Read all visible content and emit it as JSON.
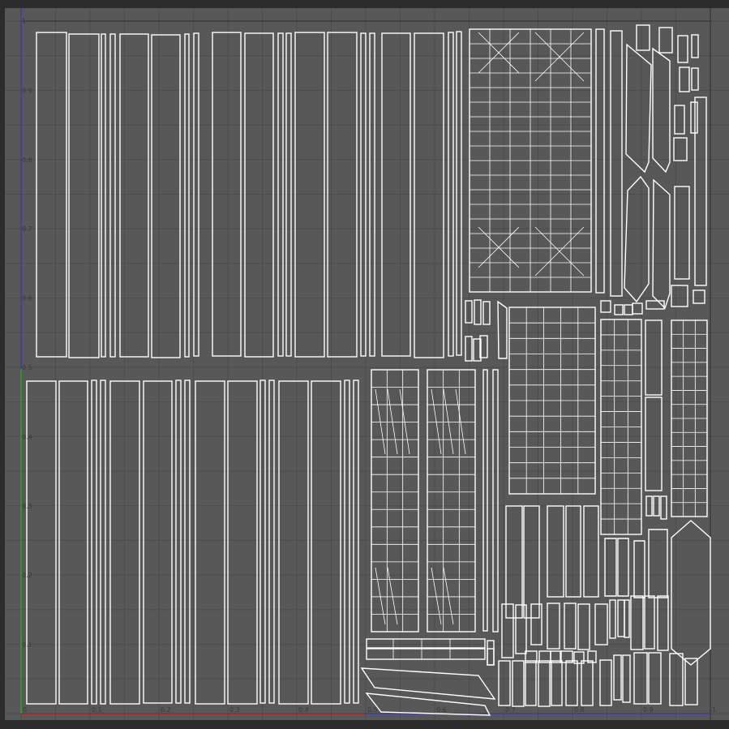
{
  "app": {
    "view": "uv-texture-editor"
  },
  "colors": {
    "background": "#585858",
    "border": "#2c2c2c",
    "grid": "#4c4c4c",
    "uv_shell": "#ffffff",
    "u_axis": "#b02020",
    "v_axis": "#2aa02a",
    "frame_blue": "#3a3aa0"
  },
  "axis": {
    "u_ticks": [
      "0",
      "0.1",
      "0.2",
      "0.3",
      "0.4",
      "0.5",
      "0.6",
      "0.7",
      "0.8",
      "0.9",
      "1"
    ],
    "v_ticks": [
      "0",
      "0.1",
      "0.2",
      "0.3",
      "0.4",
      "0.5",
      "0.6",
      "0.7",
      "0.8",
      "0.9",
      "1"
    ]
  }
}
